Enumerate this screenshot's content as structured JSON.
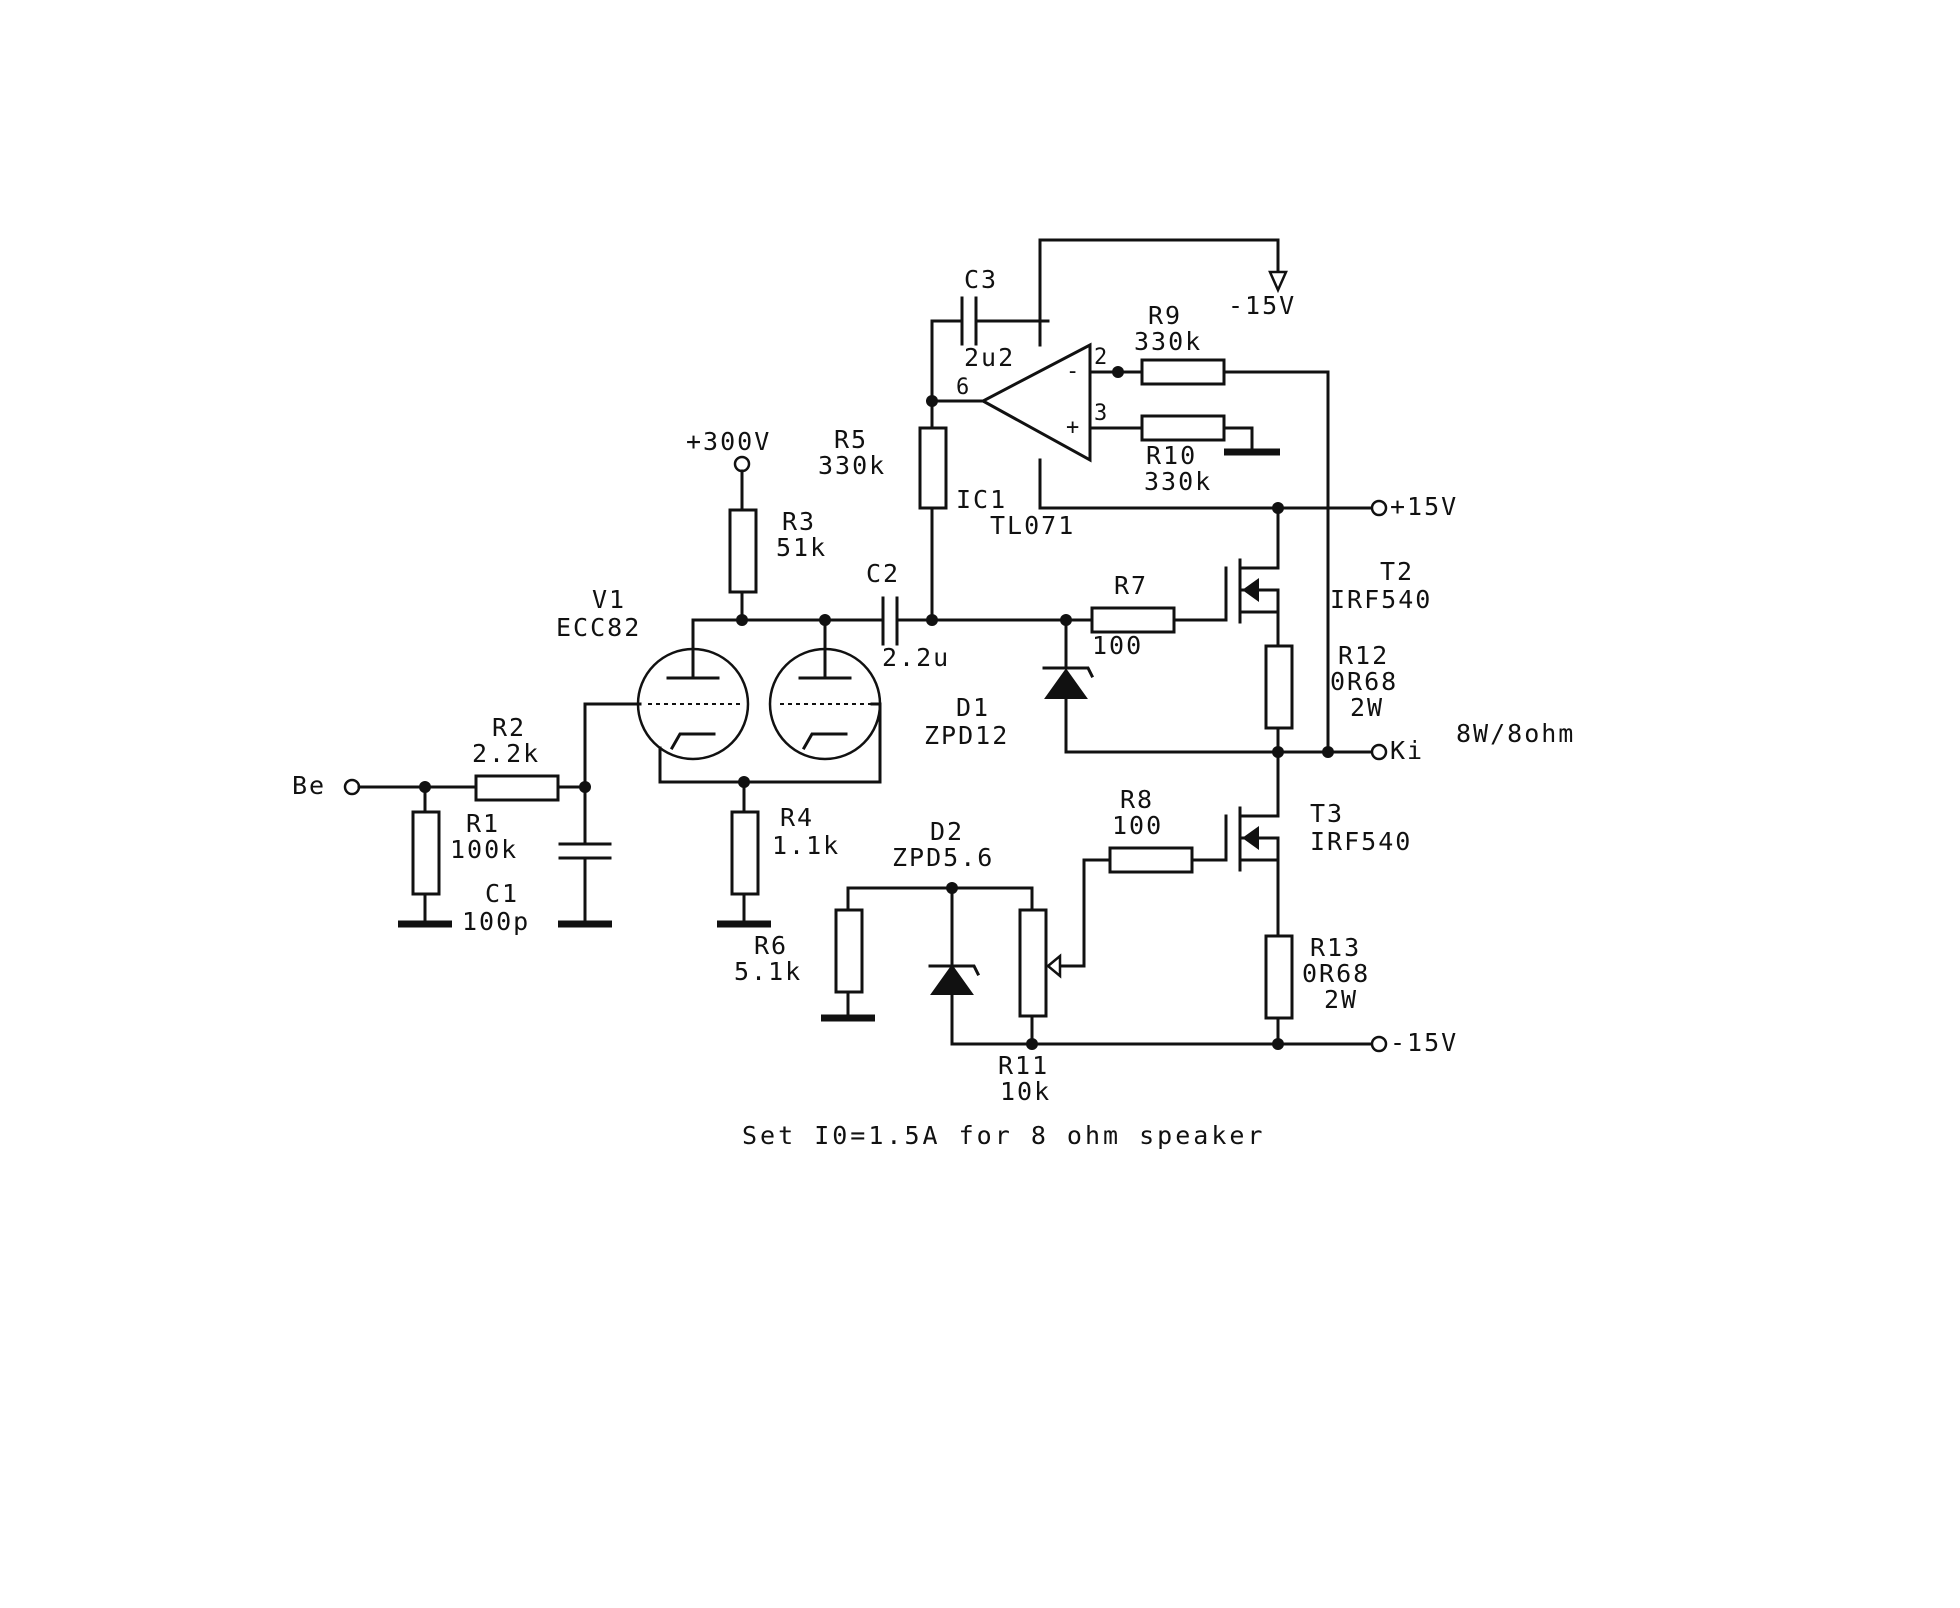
{
  "diagram": {
    "components": [
      {
        "id": "V1",
        "ref": "V1",
        "value": "ECC82"
      },
      {
        "id": "R1",
        "ref": "R1",
        "value": "100k"
      },
      {
        "id": "R2",
        "ref": "R2",
        "value": "2.2k"
      },
      {
        "id": "C1",
        "ref": "C1",
        "value": "100p"
      },
      {
        "id": "R3",
        "ref": "R3",
        "value": "51k"
      },
      {
        "id": "R4",
        "ref": "R4",
        "value": "1.1k"
      },
      {
        "id": "R5",
        "ref": "R5",
        "value": "330k"
      },
      {
        "id": "C2",
        "ref": "C2",
        "value": "2.2u"
      },
      {
        "id": "C3",
        "ref": "C3",
        "value": "2u2"
      },
      {
        "id": "IC1",
        "ref": "IC1",
        "value": "TL071"
      },
      {
        "id": "R9",
        "ref": "R9",
        "value": "330k"
      },
      {
        "id": "R10",
        "ref": "R10",
        "value": "330k"
      },
      {
        "id": "R7",
        "ref": "R7",
        "value": "100"
      },
      {
        "id": "D1",
        "ref": "D1",
        "value": "ZPD12"
      },
      {
        "id": "T2",
        "ref": "T2",
        "value": "IRF540"
      },
      {
        "id": "R12",
        "ref": "R12",
        "value": "0R68",
        "rating": "2W"
      },
      {
        "id": "R8",
        "ref": "R8",
        "value": "100"
      },
      {
        "id": "T3",
        "ref": "T3",
        "value": "IRF540"
      },
      {
        "id": "D2",
        "ref": "D2",
        "value": "ZPD5.6"
      },
      {
        "id": "R6",
        "ref": "R6",
        "value": "5.1k"
      },
      {
        "id": "R11",
        "ref": "R11",
        "value": "10k"
      },
      {
        "id": "R13",
        "ref": "R13",
        "value": "0R68",
        "rating": "2W"
      }
    ],
    "terminals": {
      "input": "Be",
      "output": "Ki",
      "v_plus_300": "+300V",
      "v_plus_15": "+15V",
      "v_minus_15_top": "-15V",
      "v_minus_15_bottom": "-15V"
    },
    "opamp_pins": {
      "out": "6",
      "inv": "2",
      "noninv": "3",
      "minus_sign": "-",
      "plus_sign": "+"
    },
    "output_rating": "8W/8ohm",
    "note": "Set I0=1.5A for 8 ohm speaker"
  }
}
